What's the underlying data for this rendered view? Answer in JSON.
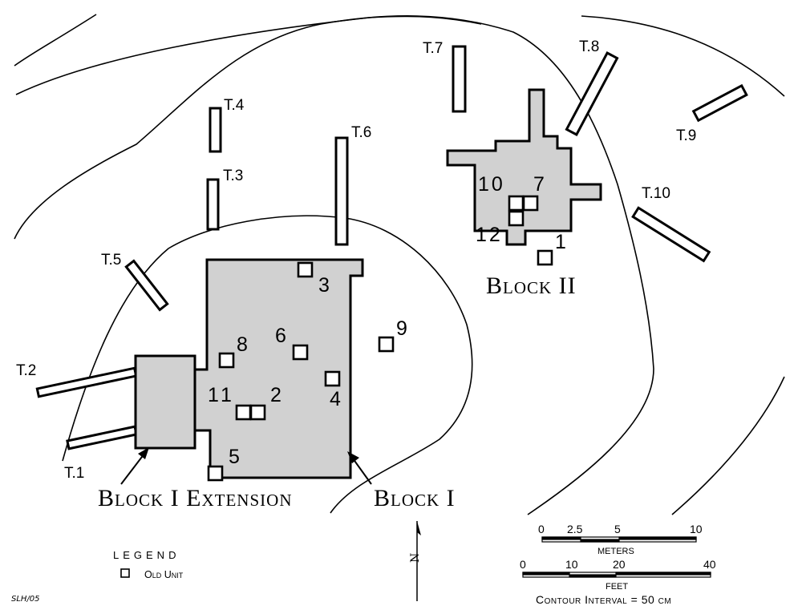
{
  "trenches": {
    "t1": "T.1",
    "t2": "T.2",
    "t3": "T.3",
    "t4": "T.4",
    "t5": "T.5",
    "t6": "T.6",
    "t7": "T.7",
    "t8": "T.8",
    "t9": "T.9",
    "t10": "T.10"
  },
  "units": {
    "u1": "1",
    "u2": "2",
    "u3": "3",
    "u4": "4",
    "u5": "5",
    "u6": "6",
    "u7": "7",
    "u8": "8",
    "u9": "9",
    "u10": "10",
    "u11": "11",
    "u12": "12"
  },
  "blocks": {
    "block1": "Block I",
    "block1_extension": "Block I Extension",
    "block2": "Block II"
  },
  "legend": {
    "title": "LEGEND",
    "old_unit": "Old Unit"
  },
  "north": "N",
  "scale": {
    "meters_ticks": [
      "0",
      "2.5",
      "5",
      "10"
    ],
    "meters_label": "METERS",
    "feet_ticks": [
      "0",
      "10",
      "20",
      "40"
    ],
    "feet_label": "FEET",
    "contour_interval": "Contour Interval = 50 cm"
  },
  "initials": "SLH/05"
}
